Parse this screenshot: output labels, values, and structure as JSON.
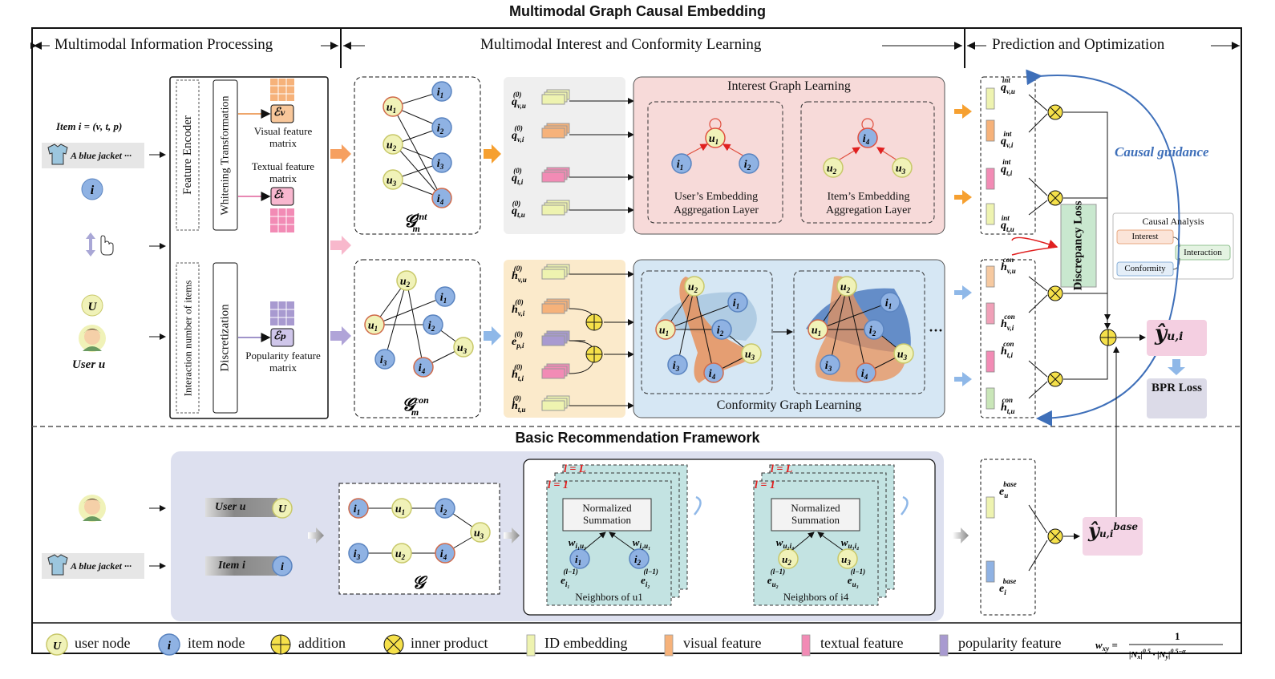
{
  "title": "Multimodal Graph Causal Embedding",
  "sections": {
    "left": "Multimodal Information Processing",
    "middle": "Multimodal Interest and Conformity Learning",
    "right": "Prediction and Optimization"
  },
  "item_formula": "Item i = (v, t, p)",
  "item_text": "A blue jacket ···",
  "user_label": "User u",
  "feature_encoder": "Feature Encoder",
  "whitening": "Whitening Transformation",
  "interaction_number": "Interaction number of items",
  "discretization": "Discretization",
  "visual_matrix": "Visual feature matrix",
  "textual_matrix": "Textual feature matrix",
  "popularity_matrix": "Popularity feature matrix",
  "interest_graph_learning": "Interest Graph Learning",
  "conformity_graph_learning": "Conformity Graph Learning",
  "user_agg": "User’s Embedding Aggregation Layer",
  "item_agg": "Item’s Embedding Aggregation Layer",
  "causal_guidance": "Causal guidance",
  "discrepancy_loss": "Discrepancy Loss",
  "causal_analysis": {
    "title": "Causal Analysis",
    "interest": "Interest",
    "interaction": "Interaction",
    "conformity": "Conformity"
  },
  "bpr_loss": "BPR Loss",
  "basic_framework": "Basic Recommendation Framework",
  "user_u_bar": "User u",
  "item_i_bar": "Item i",
  "normalized_summation": "Normalized Summation",
  "neighbors_u1": "Neighbors of u1",
  "neighbors_i4": "Neighbors of i4",
  "layer_L": "l = L",
  "layer_1": "l = 1",
  "ellipsis": "···",
  "legend": [
    {
      "icon": "user-node-icon",
      "label": "user node"
    },
    {
      "icon": "item-node-icon",
      "label": "item node"
    },
    {
      "icon": "addition-icon",
      "label": "addition"
    },
    {
      "icon": "inner-product-icon",
      "label": "inner product"
    },
    {
      "icon": "id-embedding-icon",
      "label": "ID embedding"
    },
    {
      "icon": "visual-feature-icon",
      "label": "visual feature"
    },
    {
      "icon": "textual-feature-icon",
      "label": "textual feature"
    },
    {
      "icon": "popularity-feature-icon",
      "label": "popularity feature"
    }
  ],
  "colors": {
    "user": "#f0f2b8",
    "item": "#8fb2e3",
    "id_emb": "#eef3b0",
    "visual": "#f6b27a",
    "textual": "#f28bb5",
    "popularity": "#a89ad0",
    "interest_bg": "#f7dad9",
    "conformity_bg": "#d6e7f4",
    "interest_inputs_bg": "#efefef",
    "conformity_inputs_bg": "#fbeacb",
    "basic_bg": "#dde0ef",
    "teal": "#c3e3e2",
    "blue_arrow": "#3e6fb9"
  }
}
